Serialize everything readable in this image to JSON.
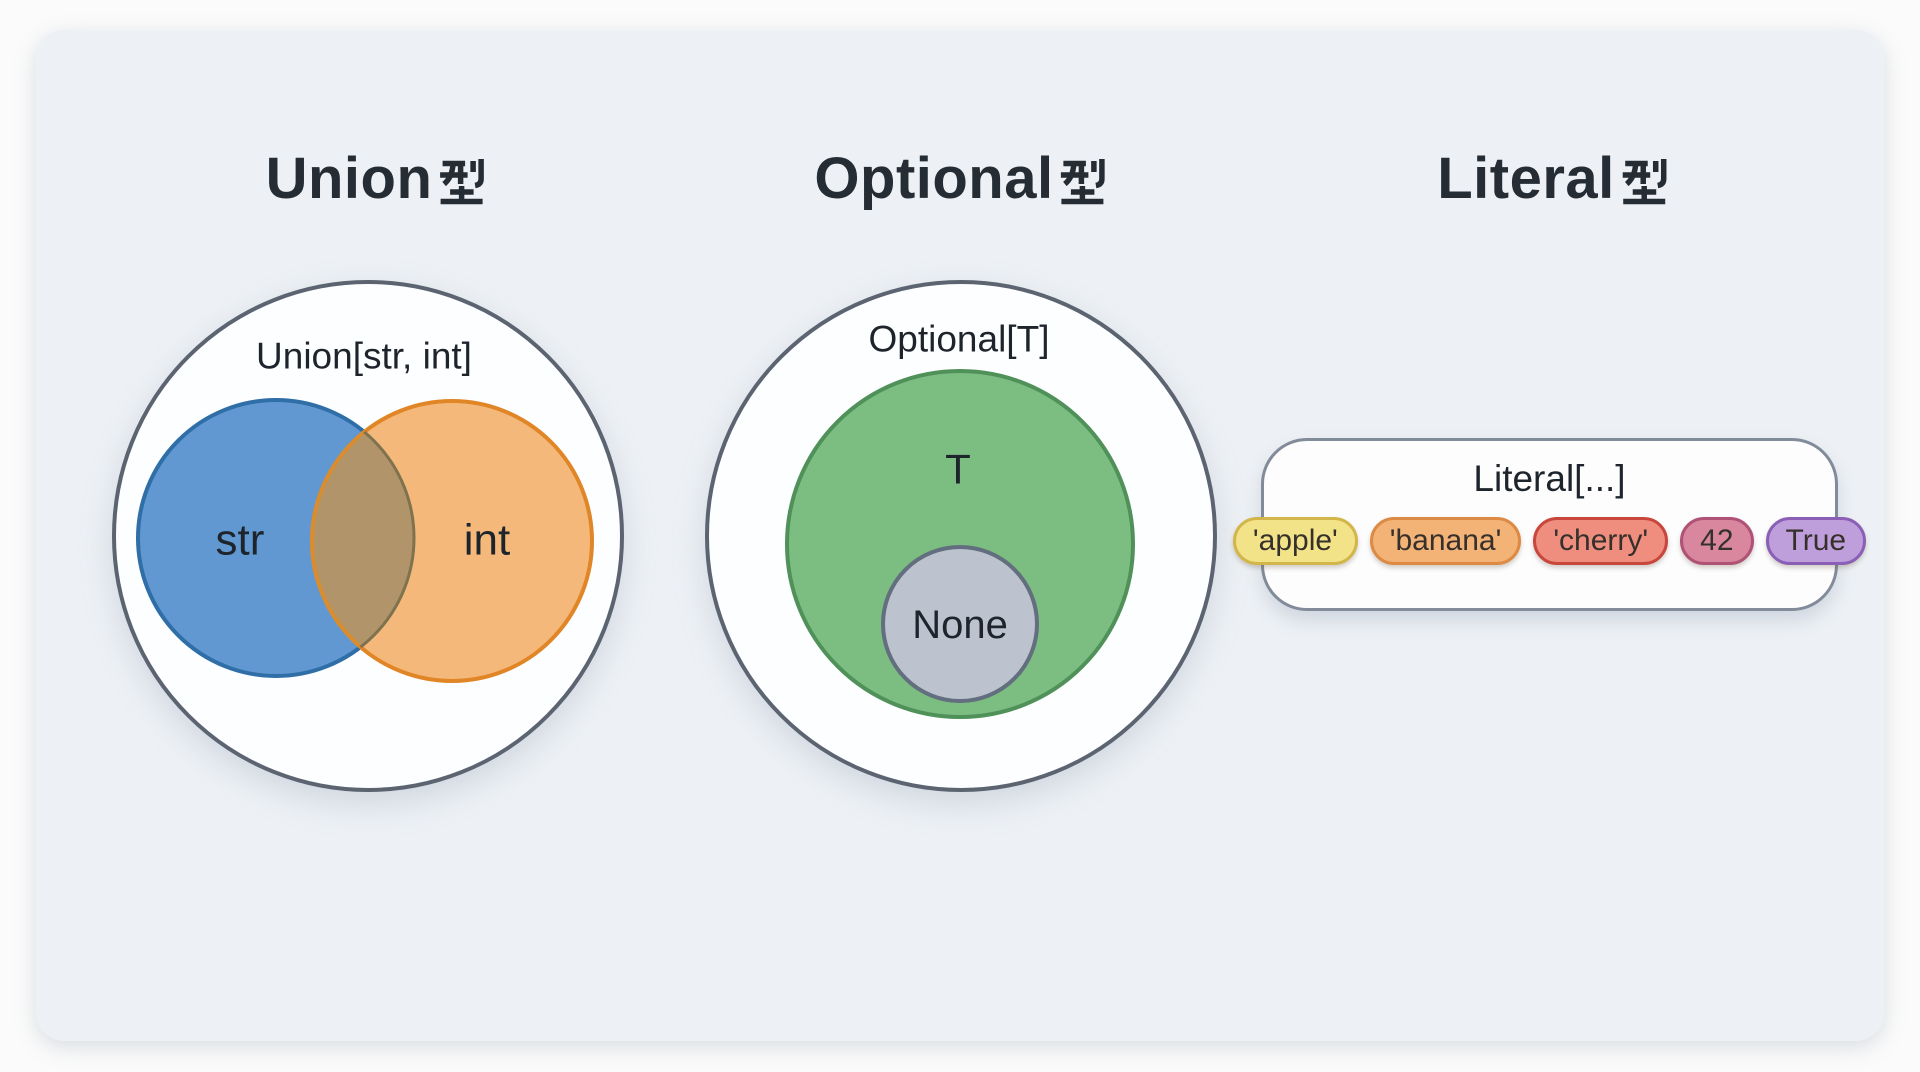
{
  "palette": {
    "page_bg": "#fbfbfb",
    "card_bg": "#edf1f5",
    "title_color": "#262c34",
    "label_color": "#1e242c",
    "outer_circle_fill": "#fdfeff",
    "outer_circle_stroke": "#5b6470",
    "literal_box_stroke": "#828b99"
  },
  "sections": [
    {
      "id": "union",
      "title": "Union型",
      "title_en": "Union",
      "title_kanji": "型",
      "outer_label": "Union[str, int]",
      "left_circle": {
        "label": "str",
        "fill": "#6298d2",
        "stroke": "#2f6ea6"
      },
      "right_circle": {
        "label": "int",
        "fill": "#f5b87b",
        "stroke": "#e08627"
      },
      "overlap": {
        "fill": "#b2946a",
        "left_arc": "#d98d2e",
        "right_arc": "#7f724f"
      }
    },
    {
      "id": "optional",
      "title": "Optional型",
      "title_en": "Optional",
      "title_kanji": "型",
      "outer_label": "Optional[T]",
      "type_circle": {
        "label": "T",
        "fill": "#7cbd81",
        "stroke": "#4f9159"
      },
      "none_circle": {
        "label": "None",
        "fill": "#bcc2ce",
        "stroke": "#636e7e"
      }
    },
    {
      "id": "literal",
      "title": "Literal型",
      "title_en": "Literal",
      "title_kanji": "型",
      "box_label": "Literal[...]",
      "pill_text_color": "#35302b",
      "pills": [
        {
          "label": "'apple'",
          "fill": "#f3e388",
          "stroke": "#d2b64a"
        },
        {
          "label": "'banana'",
          "fill": "#f3b276",
          "stroke": "#dd8a45"
        },
        {
          "label": "'cherry'",
          "fill": "#ef8e7e",
          "stroke": "#c9463c"
        },
        {
          "label": "42",
          "fill": "#d8879f",
          "stroke": "#b05176"
        },
        {
          "label": "True",
          "fill": "#bf9fdb",
          "stroke": "#8a5fb5"
        }
      ]
    }
  ]
}
